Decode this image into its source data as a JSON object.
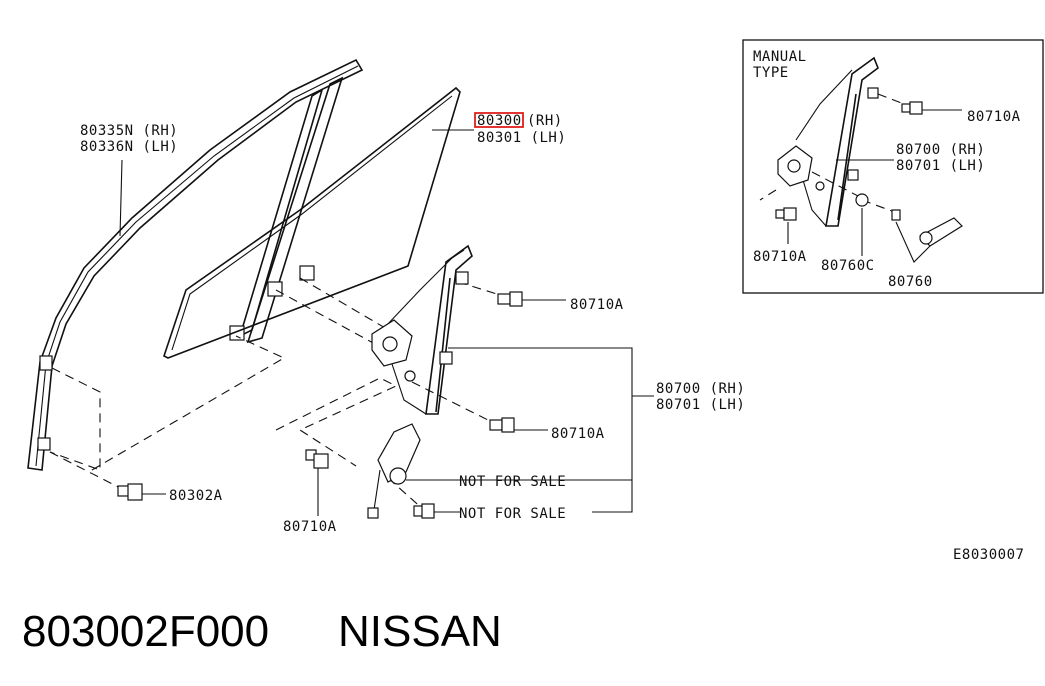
{
  "callouts": {
    "p80335n": "80335N (RH)",
    "p80336n": "80336N (LH)",
    "p80300": "80300",
    "p80300_side": "(RH)",
    "p80301": "80301 (LH)",
    "p80710a_top": "80710A",
    "p80700": "80700 (RH)",
    "p80701": "80701 (LH)",
    "p80710a_mid": "80710A",
    "not_for_sale_1": "NOT FOR SALE",
    "not_for_sale_2": "NOT FOR SALE",
    "p80302a": "80302A",
    "p80710a_low": "80710A"
  },
  "inset": {
    "title_line1": "MANUAL",
    "title_line2": "TYPE",
    "p80710a_right": "80710A",
    "p80700": "80700 (RH)",
    "p80701": "80701 (LH)",
    "p80710a_left": "80710A",
    "p80760c": "80760C",
    "p80760": "80760"
  },
  "diagram_code": "E8030007",
  "footer": {
    "part_number": "803002F000",
    "brand": "NISSAN"
  },
  "highlight_color": "#e0201c"
}
